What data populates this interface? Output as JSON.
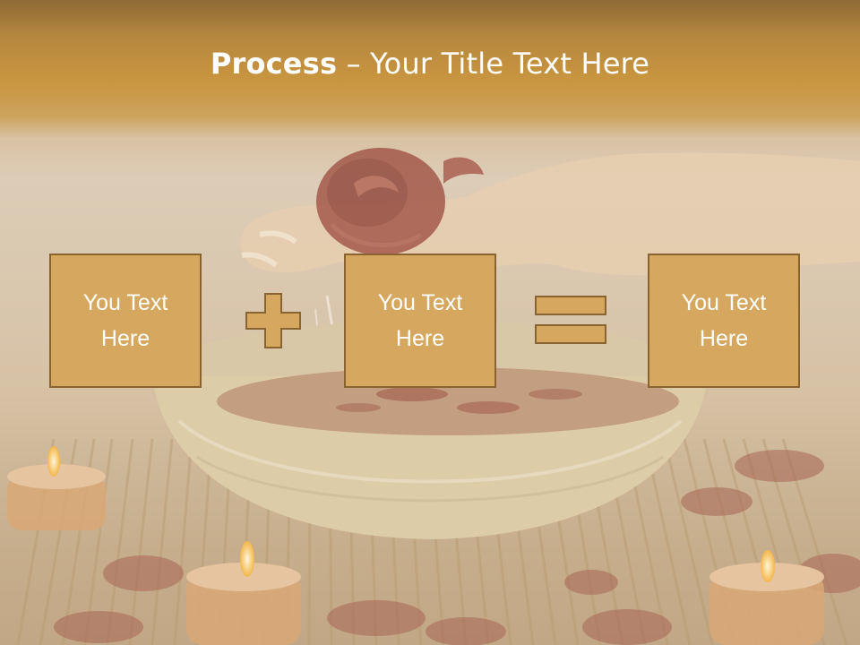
{
  "slide": {
    "title_bold": "Process",
    "title_dash": " – ",
    "title_rest": "Your Title Text Here",
    "boxes": [
      {
        "text": "You Text\nHere"
      },
      {
        "text": "You Text\nHere"
      },
      {
        "text": "You Text\nHere"
      }
    ],
    "operators": [
      "plus-icon",
      "equals-icon"
    ]
  },
  "colors": {
    "box_fill": "#d6a75e",
    "box_border": "#8a6430",
    "title_bar": "#c9953f",
    "text": "#ffffff"
  }
}
